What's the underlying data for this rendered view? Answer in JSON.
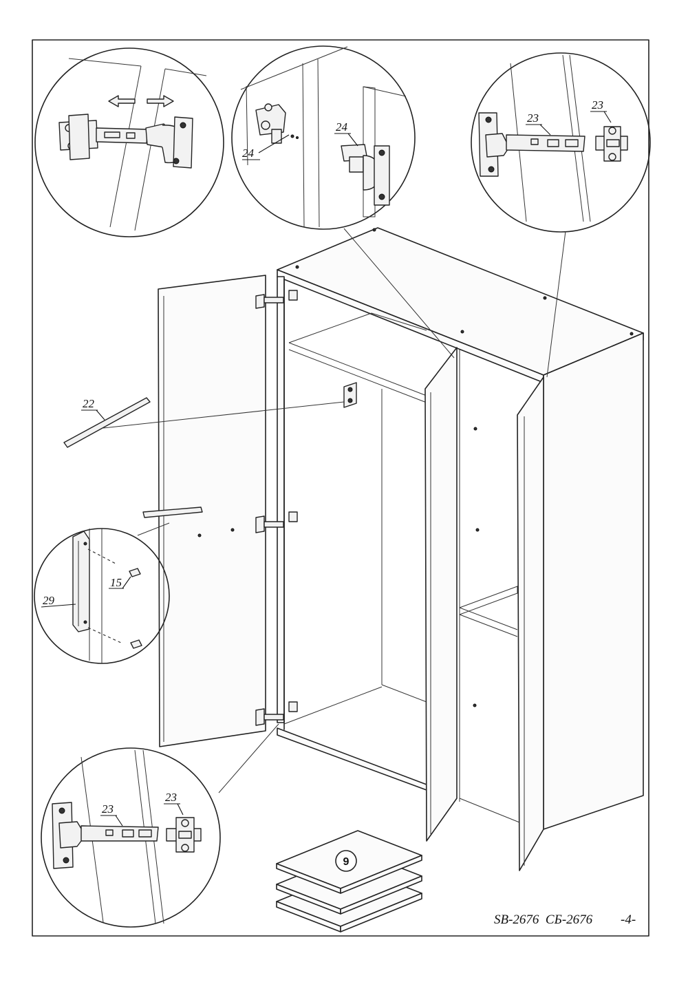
{
  "footer": {
    "code": "SB-2676  СБ-2676",
    "page": "-4-"
  },
  "part_labels": {
    "hinge_top_middle": "24",
    "hinge_top_middle_body": "24",
    "hinge_top_right_arm": "23",
    "hinge_top_right_plate": "23",
    "rail": "22",
    "handle": "29",
    "screw": "15",
    "hinge_bottom_arm": "23",
    "hinge_bottom_plate": "23",
    "shelves_count": "9"
  }
}
